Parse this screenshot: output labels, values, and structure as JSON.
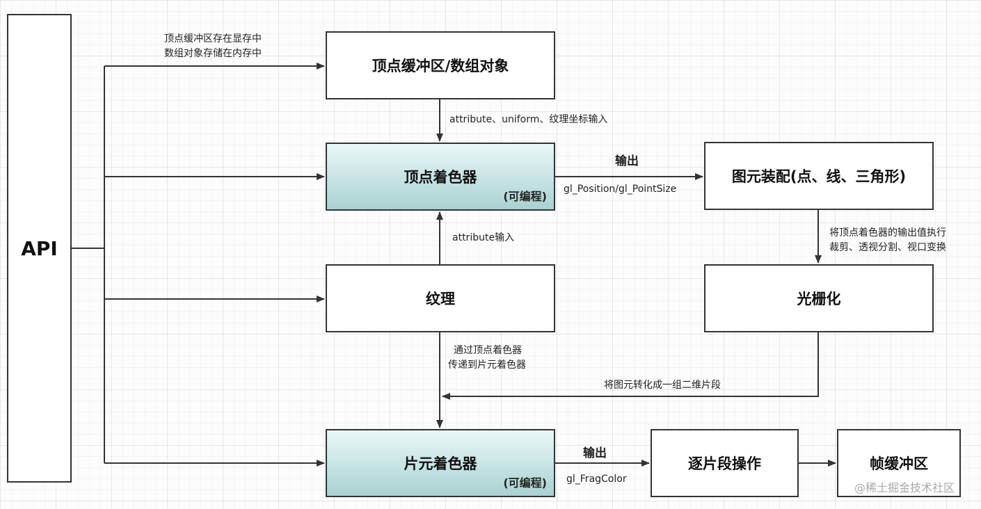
{
  "nodes": {
    "api": "API",
    "vbo": "顶点缓冲区/数组对象",
    "vertex_shader": {
      "title": "顶点着色器",
      "sub": "(可编程)"
    },
    "texture": "纹理",
    "primitive": "图元装配(点、线、三角形)",
    "raster": "光栅化",
    "fragment_shader": {
      "title": "片元着色器",
      "sub": "(可编程)"
    },
    "per_fragment": "逐片段操作",
    "framebuffer": "帧缓冲区"
  },
  "labels": {
    "vbo_note_1": "顶点缓冲区存在显存中",
    "vbo_note_2": "数组对象存储在内存中",
    "attr_uniform": "attribute、uniform、纹理坐标输入",
    "output_1": "输出",
    "gl_position": "gl_Position/gl_PointSize",
    "attr_input": "attribute输入",
    "clip_1": "将顶点着色器的输出值执行",
    "clip_2": "裁剪、透视分割、视口变换",
    "via_1": "通过顶点着色器",
    "via_2": "传递到片元着色器",
    "to_fragments": "将图元转化成一组二维片段",
    "output_2": "输出",
    "frag_color": "gl_FragColor"
  },
  "watermark": "@稀土掘金技术社区",
  "colors": {
    "shader_fill": "#a9d2d2",
    "stroke": "#333333"
  }
}
